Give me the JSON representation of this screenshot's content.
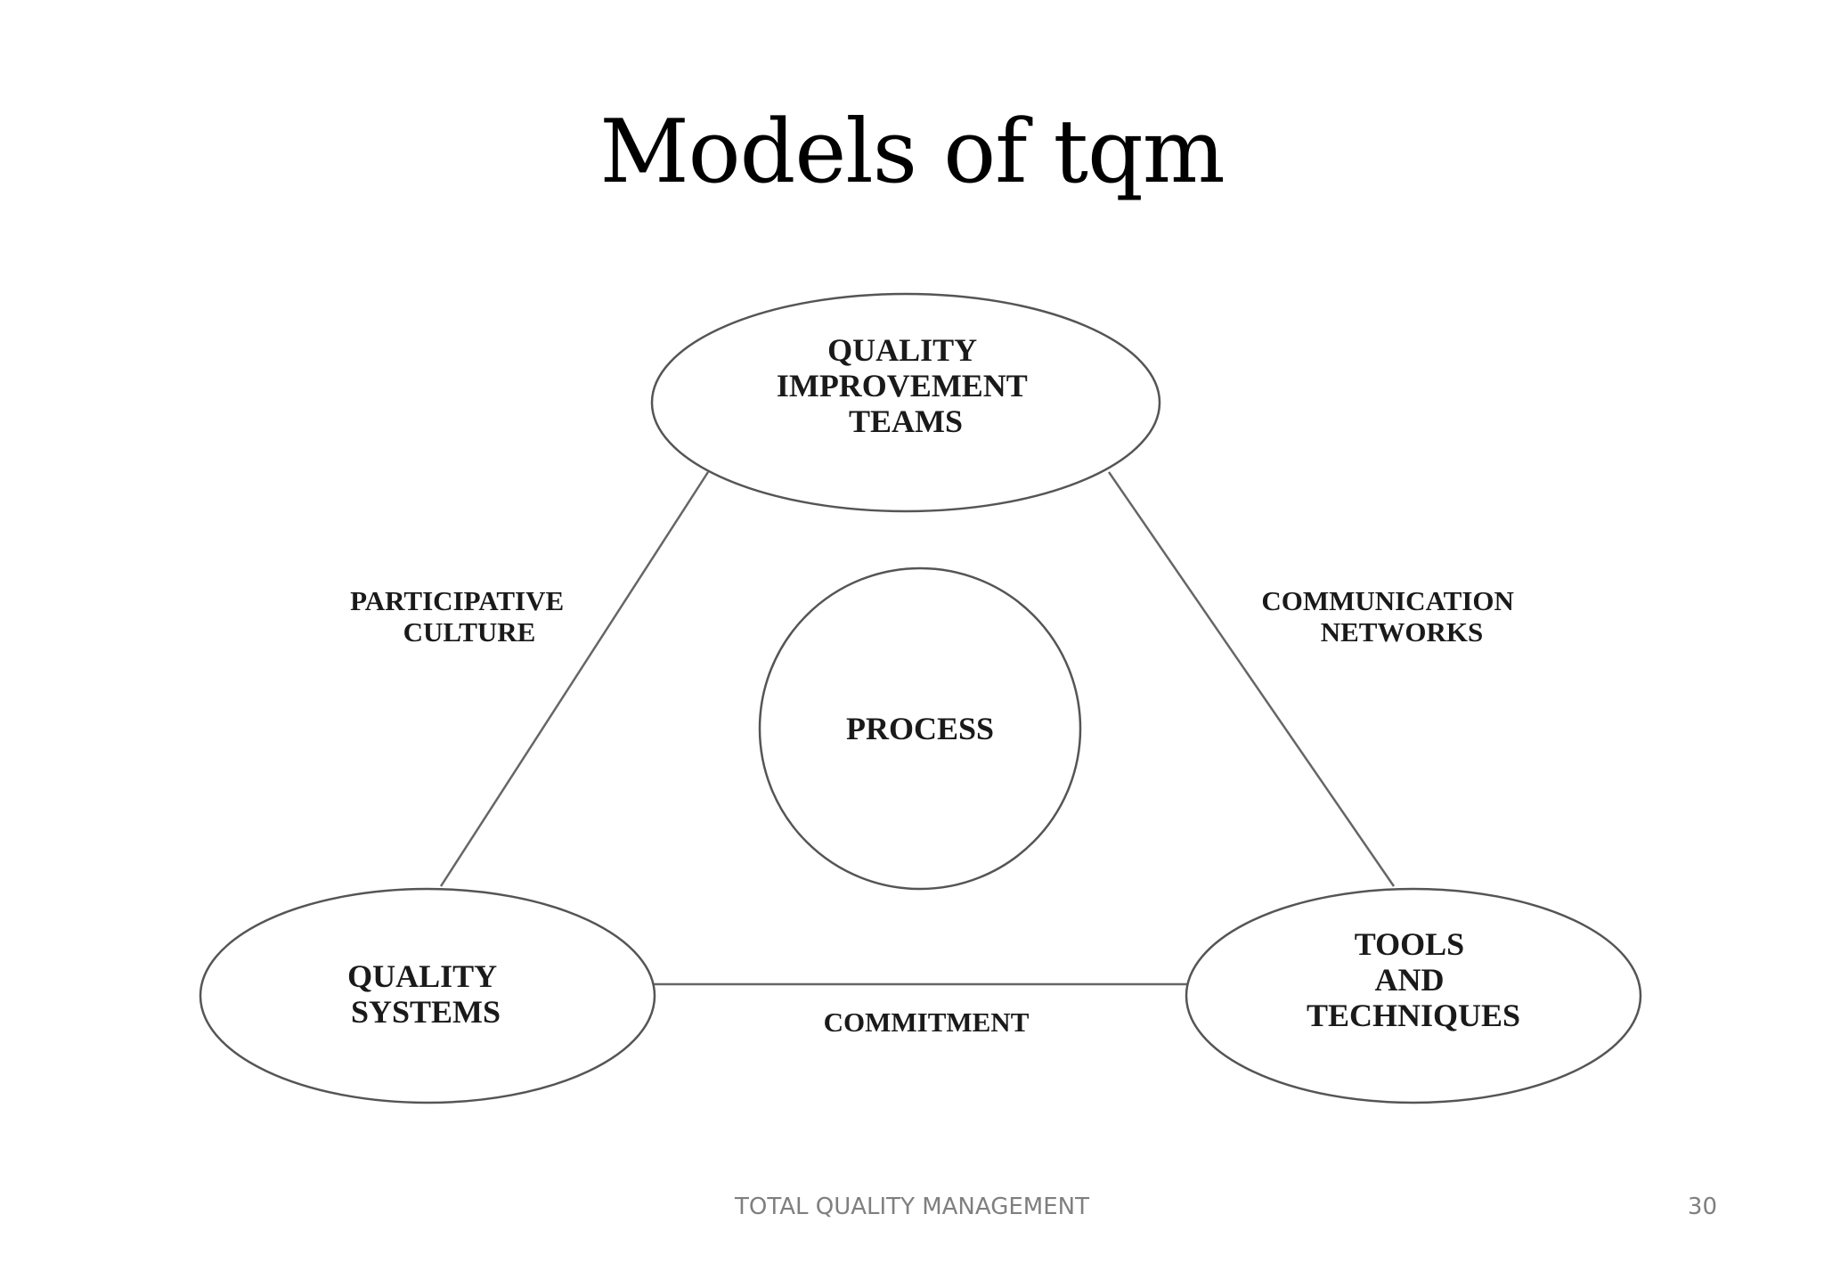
{
  "slide": {
    "title": "Models of tqm",
    "footer": "TOTAL QUALITY MANAGEMENT",
    "page_number": "30"
  },
  "diagram": {
    "nodes": {
      "top": {
        "lines": [
          "QUALITY",
          "IMPROVEMENT",
          "TEAMS"
        ]
      },
      "bottom_left": {
        "lines": [
          "QUALITY",
          "SYSTEMS"
        ]
      },
      "bottom_right": {
        "lines": [
          "TOOLS",
          "AND",
          "TECHNIQUES"
        ]
      },
      "center": {
        "lines": [
          "PROCESS"
        ]
      }
    },
    "edges": {
      "left": {
        "lines": [
          "PARTICIPATIVE",
          "CULTURE"
        ]
      },
      "right": {
        "lines": [
          "COMMUNICATION",
          "NETWORKS"
        ]
      },
      "bottom": {
        "lines": [
          "COMMITMENT"
        ]
      }
    },
    "colors": {
      "stroke": "#555555",
      "text": "#1a1a1a",
      "footer": "#7f7f7f"
    }
  }
}
